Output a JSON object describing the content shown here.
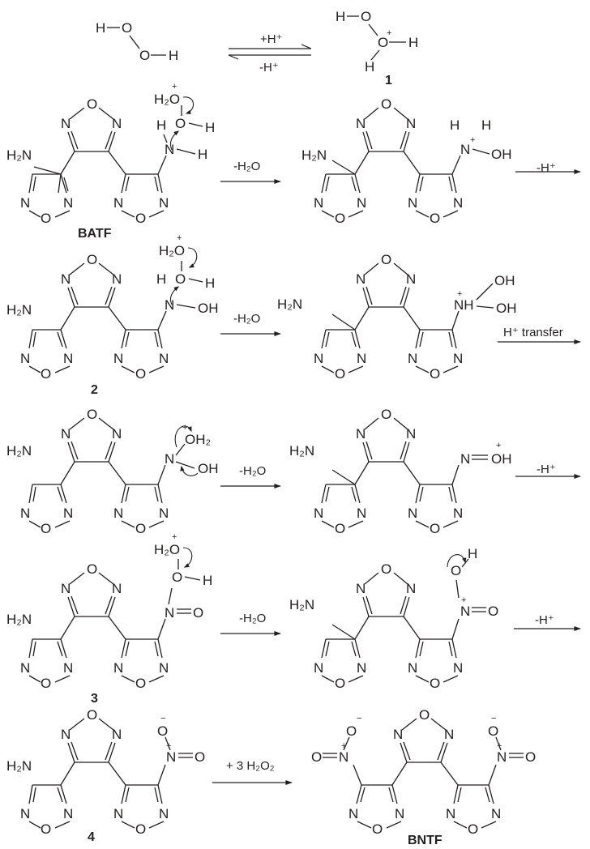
{
  "text": {
    "H": "H",
    "O": "O",
    "N": "N",
    "H2N": "H₂N",
    "H2O": "H₂O",
    "OH": "OH",
    "OH2": "OH₂",
    "NH": "NH",
    "plus": "+",
    "minus": "−"
  },
  "labels": {
    "c1": "1",
    "c2": "2",
    "c3": "3",
    "c4": "4",
    "batf": "BATF",
    "bntf": "BNTF"
  },
  "conditions": {
    "eq_fwd": "+H⁺",
    "eq_rev": "-H⁺",
    "minus_h2o": "-H₂O",
    "minus_h": "-H⁺",
    "h_transfer": "H⁺ transfer",
    "plus_3h2o2": "+ 3 H₂O₂"
  }
}
